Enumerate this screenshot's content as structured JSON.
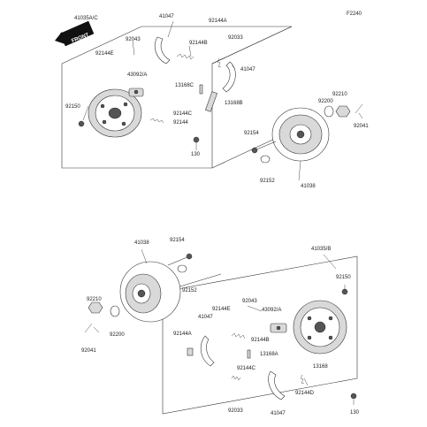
{
  "figure_code": "F2240",
  "front_badge": "FRONT",
  "top_assembly": {
    "labels": {
      "a41035": "41035A/C",
      "a41047_top": "41047",
      "a92144A": "92144A",
      "a92043": "92043",
      "a92144B": "92144B",
      "a92033": "92033",
      "a92144E": "92144E",
      "a41047_right": "41047",
      "a43092": "43092/A",
      "a13168C": "13168C",
      "a13168B": "13168B",
      "a92150": "92150",
      "a92144C": "92144C",
      "a92144": "92144",
      "a130": "130",
      "a92154": "92154",
      "a92152": "92152",
      "a41038": "41038",
      "a92210": "92210",
      "a92200": "92200",
      "a92041": "92041"
    }
  },
  "bottom_assembly": {
    "labels": {
      "b41038": "41038",
      "b92154": "92154",
      "b41035": "41035/B",
      "b92150": "92150",
      "b92152": "92152",
      "b92043": "92043",
      "b92144E": "92144E",
      "b43092": "43092/A",
      "b41047_top": "41047",
      "b92210": "92210",
      "b92144A": "92144A",
      "b92144B": "92144B",
      "b13168A": "13168A",
      "b92200": "92200",
      "b92144C": "92144C",
      "b13168": "13168",
      "b92041": "92041",
      "b92144D": "92144D",
      "b92033": "92033",
      "b41047_bot": "41047",
      "b130": "130"
    }
  },
  "colors": {
    "line": "#333333",
    "background": "#ffffff",
    "shade": "#d9d9d9"
  }
}
